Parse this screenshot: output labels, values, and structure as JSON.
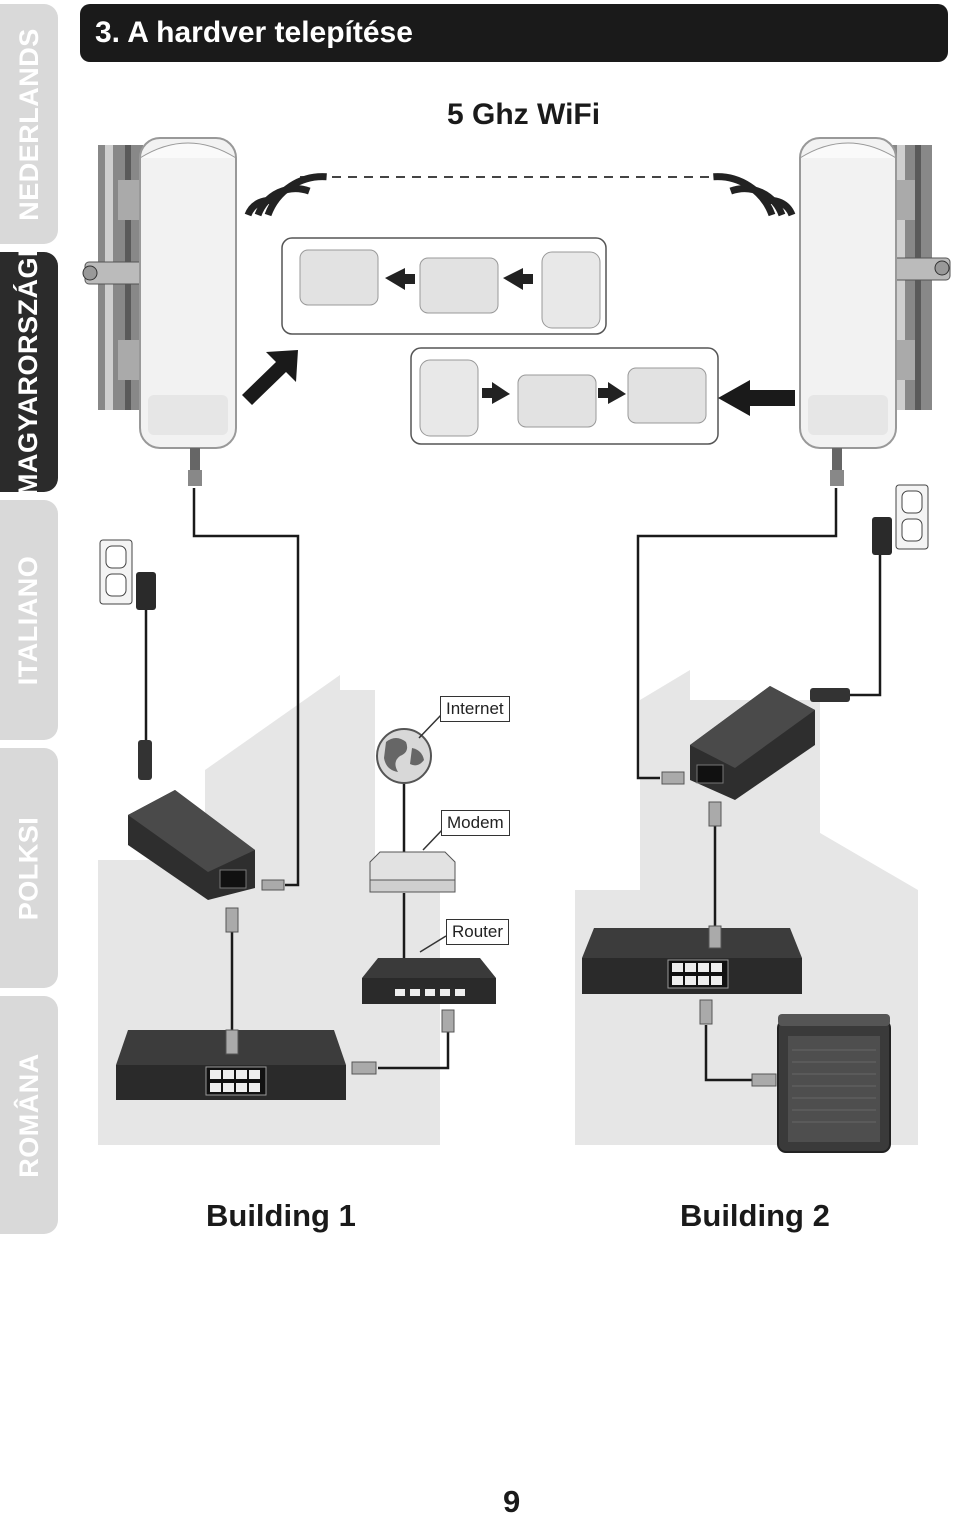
{
  "side_tabs": [
    {
      "label": "NEDERLANDS",
      "active": false
    },
    {
      "label": "MAGYARORSZÁGI",
      "active": true
    },
    {
      "label": "ITALIANO",
      "active": false
    },
    {
      "label": "POLKSI",
      "active": false
    },
    {
      "label": "ROMÂNA",
      "active": false
    }
  ],
  "header": {
    "title": "3. A hardver telepítése"
  },
  "diagram": {
    "wifi_label": "5 Ghz WiFi",
    "callouts": {
      "internet": "Internet",
      "modem": "Modem",
      "router": "Router"
    },
    "building1": "Building 1",
    "building2": "Building 2"
  },
  "page_number": "9",
  "colors": {
    "header_bg": "#1a1a1a",
    "tab_active": "#2b2b2b",
    "tab_inactive": "#d9d9d9",
    "building_bg": "#e6e6e6"
  }
}
